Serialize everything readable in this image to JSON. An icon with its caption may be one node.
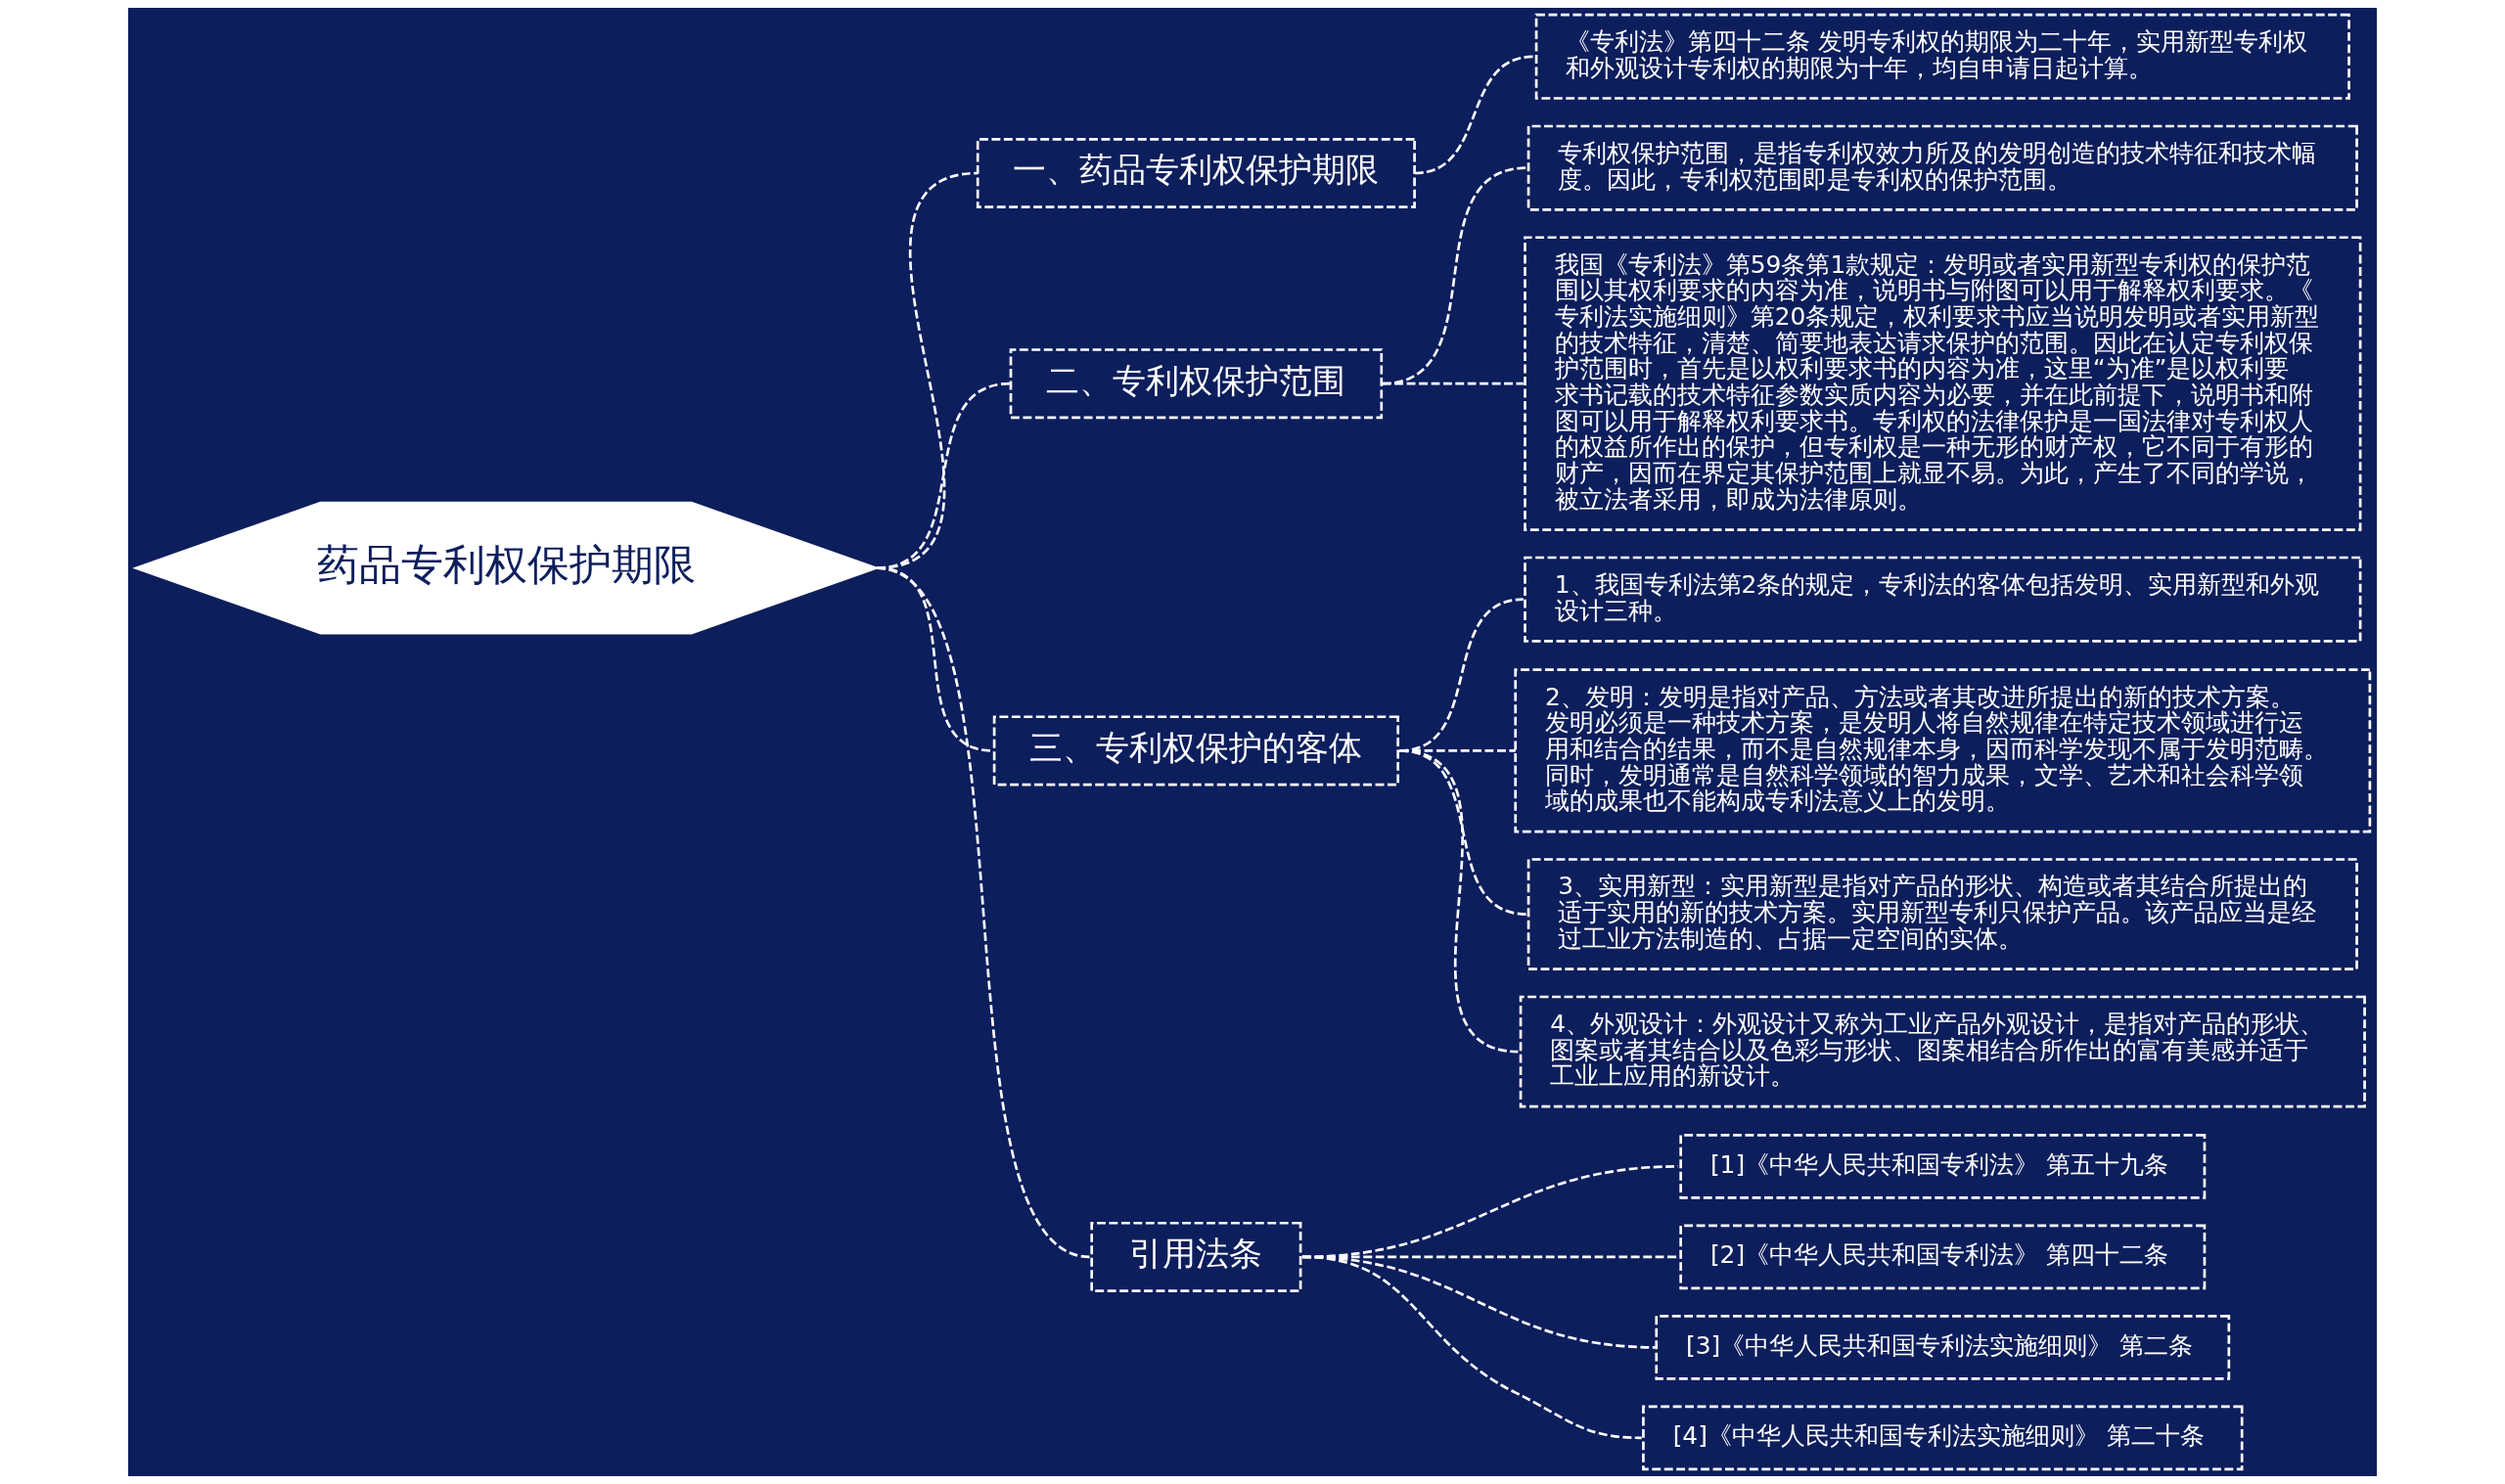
{
  "diagram": {
    "nodes": [
      {
        "text": [
          "药品专利权保护期限"
        ]
      },
      {
        "text": [
          "一、药品专利权保护期限"
        ]
      },
      {
        "text": [
          "《专利法》第四十二条 发明专利权的期限为二十年，实用新型专利权和外观设计专利权的期限为十年，均自申请日起计算。"
        ]
      },
      {
        "text": [
          "二、专利权保护范围"
        ]
      },
      {
        "text": [
          "专利权保护范围，是指专利权效力所及的发明创造的技术特征和技术幅度。因此，专利权范围即是专利权的保护范围。"
        ]
      },
      {
        "text": [
          "我国《专利法》第59条第1款规定：发明或者实用新型专利权的保护范围以其权利要求的内容为准，说明书与附图可以用于解释权利要求。《专利法实施细则》第20条规定，权利要求书应当说明发明或者实用新型的技术特征，清楚、简要地表达请求保护的范围。因此在认定专利权保护范围时，首先是以权利要求书的内容为准，这里“为准”是以权利要求书记载的技术特征参数实质内容为必要，并在此前提下，说明书和附图可以用于解释权利要求书。专利权的法律保护是一国法律对专利权人的权益所作出的保护，但专利权是一种无形的财产权，它不同于有形的财产，因而在界定其保护范围上就显不易。为此，产生了不同的学说，被立法者采用，即成为法律原则。"
        ]
      },
      {
        "text": [
          "三、专利权保护的客体"
        ]
      },
      {
        "text": [
          "1、我国专利法第2条的规定，专利法的客体包括发明、实用新型和外观设计三种。"
        ]
      },
      {
        "text": [
          "2、发明：发明是指对产品、方法或者其改进所提出的新的技术方案。发明必须是一种技术方案，是发明人将自然规律在特定技术领域进行运用和结合的结果，而不是自然规律本身，因而科学发现不属于发明范畴。同时，发明通常是自然科学领域的智力成果，文学、艺术和社会科学领域的成果也不能构成专利法意义上的发明。"
        ]
      },
      {
        "text": [
          "3、实用新型：实用新型是指对产品的形状、构造或者其结合所提出的适于实用的新的技术方案。实用新型专利只保护产品。该产品应当是经过工业方法制造的、占据一定空间的实体。"
        ]
      },
      {
        "text": [
          "4、外观设计：外观设计又称为工业产品外观设计，是指对产品的形状、图案或者其结合以及色彩与形状、图案相结合所作出的富有美感并适于工业上应用的新设计。"
        ]
      },
      {
        "text": [
          "引用法条"
        ]
      },
      {
        "text": [
          "[1]《中华人民共和国专利法》 第五十九条"
        ]
      },
      {
        "text": [
          "[2]《中华人民共和国专利法》 第四十二条"
        ]
      },
      {
        "text": [
          "[3]《中华人民共和国专利法实施细则》 第二条"
        ]
      },
      {
        "text": [
          "[4]《中华人民共和国专利法实施细则》 第二十条"
        ]
      }
    ],
    "edges": [
      {
        "from": 0,
        "to": 1,
        "arrow": "none",
        "style": "dashed"
      },
      {
        "from": 1,
        "to": 2,
        "arrow": "none",
        "style": "dashed"
      },
      {
        "from": 0,
        "to": 3,
        "arrow": "none",
        "style": "dashed"
      },
      {
        "from": 3,
        "to": 4,
        "arrow": "none",
        "style": "dashed"
      },
      {
        "from": 3,
        "to": 5,
        "arrow": "none",
        "style": "dashed"
      },
      {
        "from": 0,
        "to": 6,
        "arrow": "none",
        "style": "dashed"
      },
      {
        "from": 6,
        "to": 7,
        "arrow": "none",
        "style": "dashed"
      },
      {
        "from": 6,
        "to": 8,
        "arrow": "none",
        "style": "dashed"
      },
      {
        "from": 6,
        "to": 9,
        "arrow": "none",
        "style": "dashed"
      },
      {
        "from": 6,
        "to": 10,
        "arrow": "none",
        "style": "dashed"
      },
      {
        "from": 0,
        "to": 11,
        "arrow": "none",
        "style": "dashed"
      },
      {
        "from": 11,
        "to": 12,
        "arrow": "none",
        "style": "dashed"
      },
      {
        "from": 11,
        "to": 13,
        "arrow": "none",
        "style": "dashed"
      },
      {
        "from": 11,
        "to": 14,
        "arrow": "none",
        "style": "dashed"
      },
      {
        "from": 11,
        "to": 15,
        "arrow": "none",
        "style": "dashed"
      }
    ]
  }
}
